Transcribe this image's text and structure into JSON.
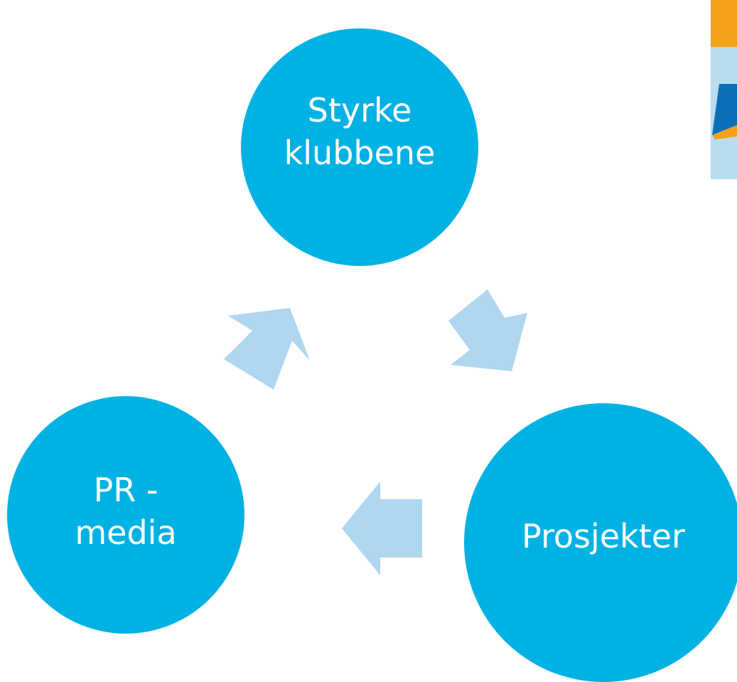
{
  "colors": {
    "node_fill": "#00b2e4",
    "arrow_fill": "#afd6ef",
    "text": "#ffffff",
    "logo_orange": "#f6a11c",
    "logo_lightblue": "#b9dcef",
    "logo_darkblue": "#0a6fb8"
  },
  "nodes": {
    "top": {
      "line1": "Styrke",
      "line2": "klubbene"
    },
    "right": {
      "label": "Prosjekter"
    },
    "left": {
      "line1": "PR -",
      "line2": "media"
    }
  },
  "arrows": [
    "top-to-right",
    "right-to-left",
    "left-to-top"
  ],
  "logo": {
    "icon": "partial-logo-icon"
  }
}
